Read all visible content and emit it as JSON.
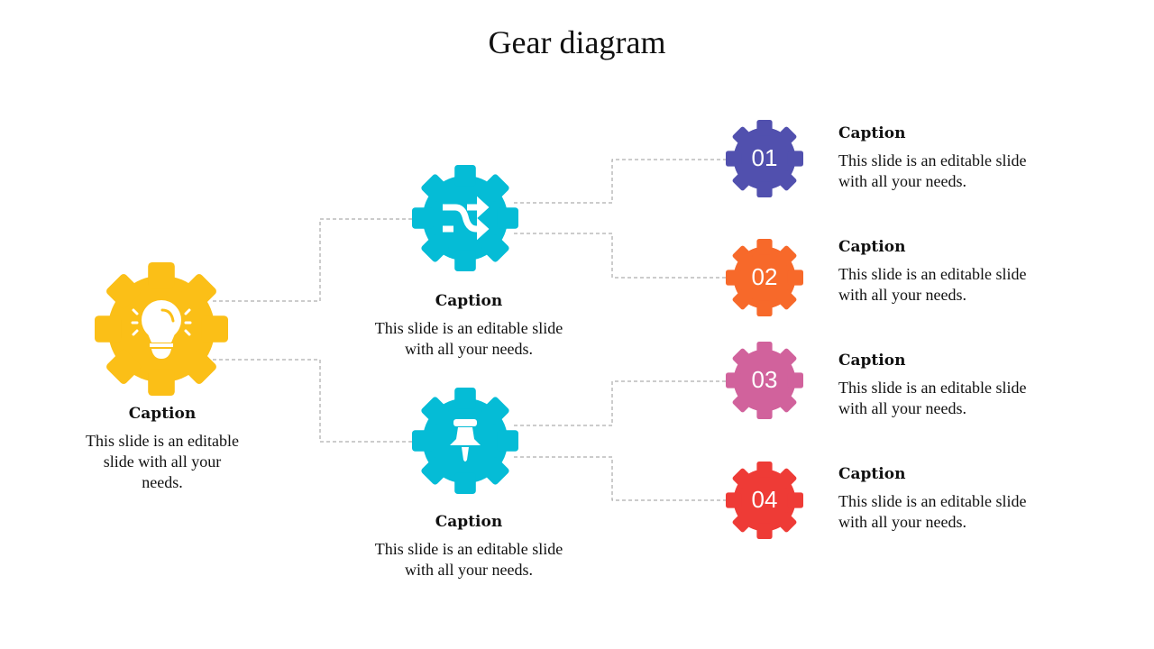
{
  "title": "Gear diagram",
  "colors": {
    "yellow": "#FBBF17",
    "cyan": "#05BCD6",
    "g1": "#5150AE",
    "g2": "#F7692A",
    "g3": "#D1629C",
    "g4": "#EE3B36"
  },
  "left": {
    "caption": "Caption",
    "text": "This slide is an editable slide with all your needs.",
    "icon": "lightbulb-icon"
  },
  "middle": [
    {
      "caption": "Caption",
      "text": "This slide is an editable slide with all your needs.",
      "icon": "shuffle-icon"
    },
    {
      "caption": "Caption",
      "text": "This slide is an editable slide with all your needs.",
      "icon": "pushpin-icon"
    }
  ],
  "right": [
    {
      "number": "01",
      "caption": "Caption",
      "text": "This slide is an editable slide with all your needs."
    },
    {
      "number": "02",
      "caption": "Caption",
      "text": "This slide is an editable slide with all your needs."
    },
    {
      "number": "03",
      "caption": "Caption",
      "text": "This slide is an editable slide with all your needs."
    },
    {
      "number": "04",
      "caption": "Caption",
      "text": "This slide is an editable slide with all your needs."
    }
  ]
}
